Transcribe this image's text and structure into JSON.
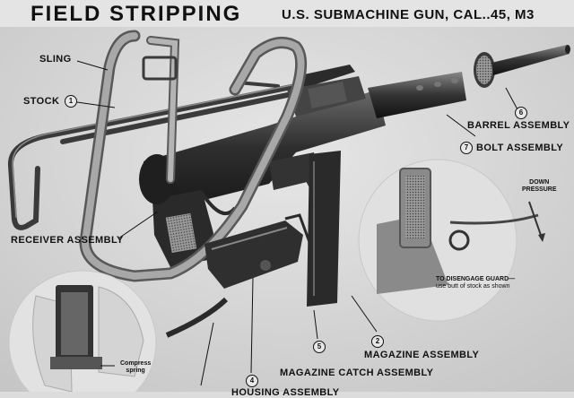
{
  "header": {
    "title": "FIELD STRIPPING",
    "subtitle": "U.S. SUBMACHINE GUN, CAL..45, M3"
  },
  "labels": {
    "sling": "SLING",
    "stock": "STOCK",
    "receiver": "RECEIVER ASSEMBLY",
    "barrel": "BARREL ASSEMBLY",
    "bolt": "BOLT ASSEMBLY",
    "magazine": "MAGAZINE ASSEMBLY",
    "magazine_catch": "MAGAZINE CATCH ASSEMBLY",
    "housing": "HOUSING ASSEMBLY"
  },
  "numbers": {
    "stock": "1",
    "magazine": "2",
    "housing": "4",
    "magazine_catch": "5",
    "barrel": "6",
    "bolt": "7"
  },
  "notes": {
    "down_line1": "DOWN",
    "down_line2": "PRESSURE",
    "guard_line1": "TO DISENGAGE GUARD—",
    "guard_line2": "use butt of stock as shown",
    "compress_line1": "Compress",
    "compress_line2": "spring"
  }
}
